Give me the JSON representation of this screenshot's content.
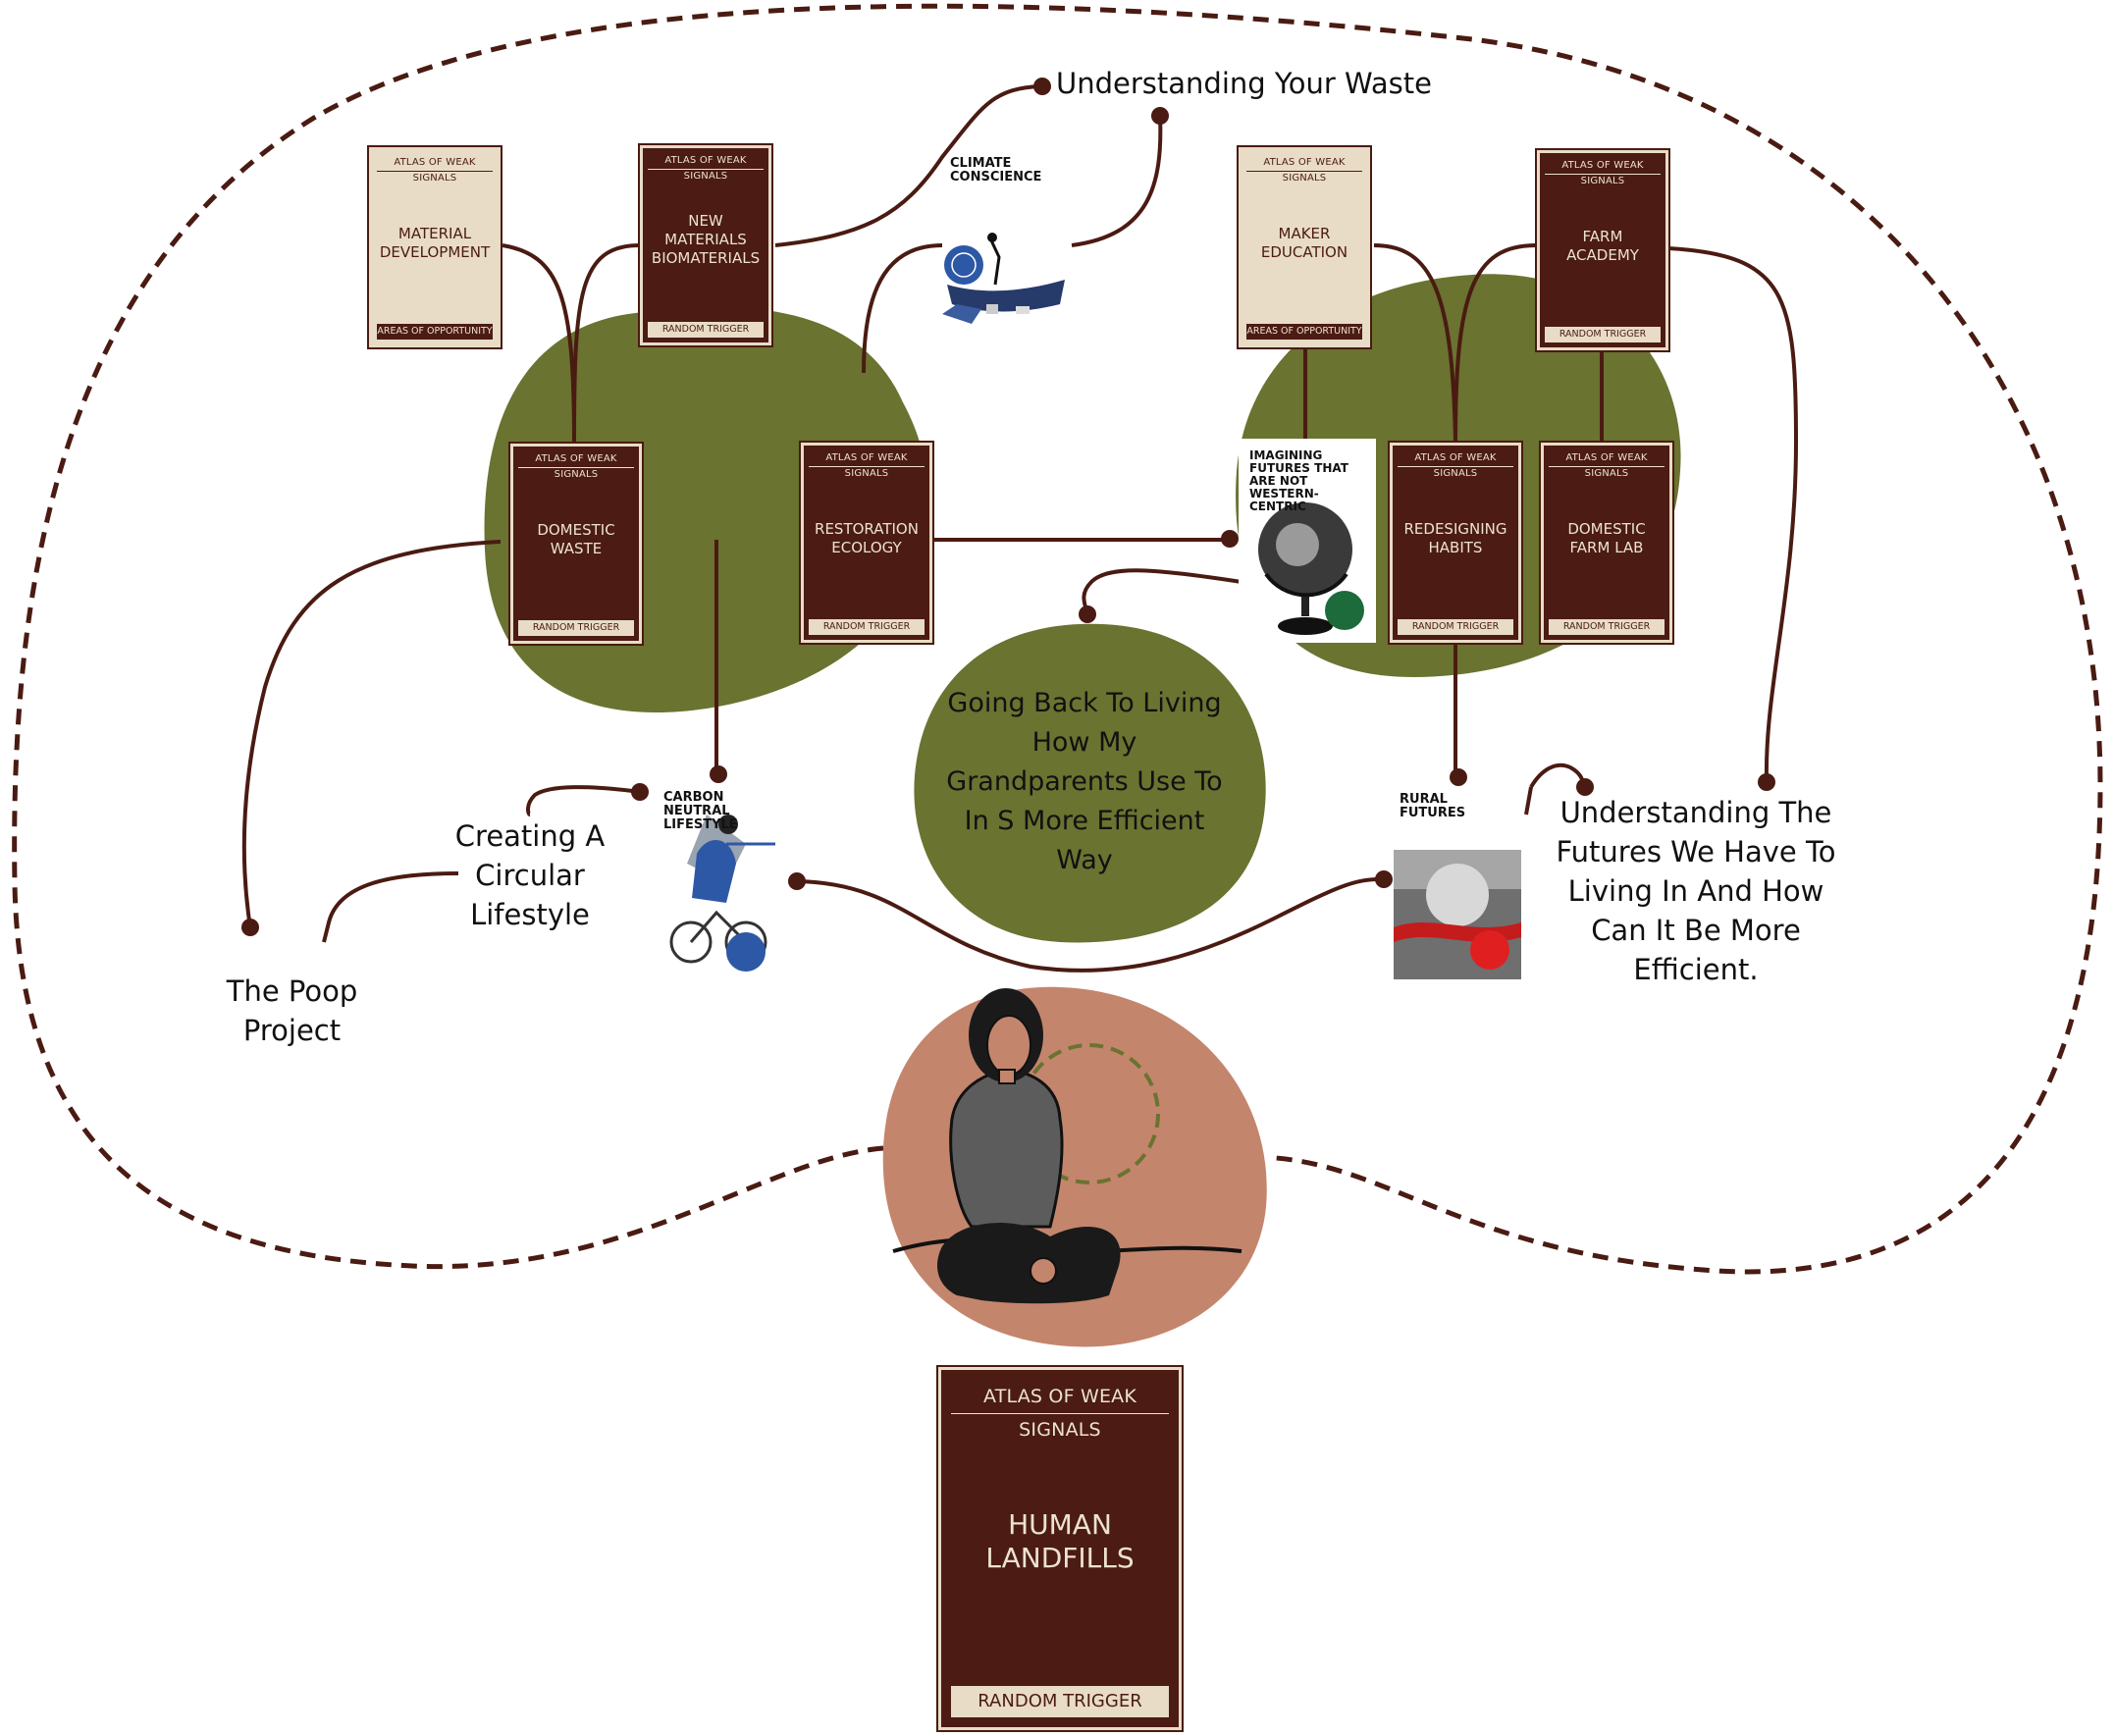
{
  "colors": {
    "line": "#4a1b12",
    "olive": "#6a7330",
    "terracotta": "#c4856d",
    "card_dark": "#4b1b14",
    "card_light": "#e8dcc6"
  },
  "cards": {
    "material_development": {
      "header": "ATLAS OF WEAK SIGNALS",
      "title": "MATERIAL DEVELOPMENT",
      "footer": "AREAS OF OPPORTUNITY"
    },
    "new_materials": {
      "header": "ATLAS OF WEAK SIGNALS",
      "title": "NEW MATERIALS BIOMATERIALS",
      "footer": "RANDOM TRIGGER"
    },
    "domestic_waste": {
      "header": "ATLAS OF WEAK SIGNALS",
      "title": "DOMESTIC WASTE",
      "footer": "RANDOM TRIGGER"
    },
    "restoration_ecology": {
      "header": "ATLAS OF WEAK SIGNALS",
      "title": "RESTORATION ECOLOGY",
      "footer": "RANDOM TRIGGER"
    },
    "maker_education": {
      "header": "ATLAS OF WEAK SIGNALS",
      "title": "MAKER EDUCATION",
      "footer": "AREAS OF OPPORTUNITY"
    },
    "farm_academy": {
      "header": "ATLAS OF WEAK SIGNALS",
      "title": "FARM ACADEMY",
      "footer": "RANDOM TRIGGER"
    },
    "redesigning_habits": {
      "header": "ATLAS OF WEAK SIGNALS",
      "title": "REDESIGNING HABITS",
      "footer": "RANDOM TRIGGER"
    },
    "domestic_farm_lab": {
      "header": "ATLAS OF WEAK SIGNALS",
      "title": "DOMESTIC FARM LAB",
      "footer": "RANDOM TRIGGER"
    },
    "human_landfills": {
      "header": "ATLAS OF WEAK SIGNALS",
      "title": "HUMAN LANDFILLS",
      "footer": "RANDOM TRIGGER"
    }
  },
  "labels": {
    "understanding_waste": "Understanding Your Waste",
    "going_back": "Going Back To Living How My Grandparents Use To In S More Efficient Way",
    "creating_circular": "Creating A Circular Lifestyle",
    "poop_project": "The Poop Project",
    "understanding_futures": "Understanding The Futures We Have To Living In And How Can It Be More Efficient."
  },
  "captions": {
    "climate_conscience": "CLIMATE CONSCIENCE",
    "imagining_futures": "IMAGINING FUTURES THAT ARE NOT WESTERN-CENTRIC",
    "carbon_neutral": "CARBON NEUTRAL LIFESTYLE",
    "rural_futures": "RURAL FUTURES"
  }
}
